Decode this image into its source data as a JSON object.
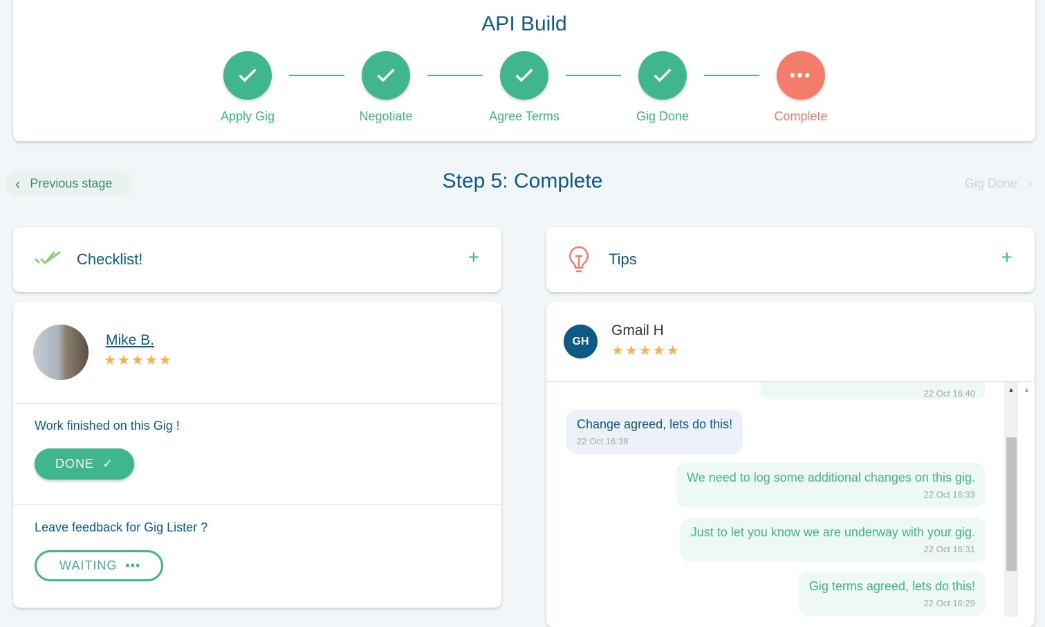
{
  "project": {
    "title": "API Build"
  },
  "steps": [
    {
      "label": "Apply Gig",
      "state": "done"
    },
    {
      "label": "Negotiate",
      "state": "done"
    },
    {
      "label": "Agree Terms",
      "state": "done"
    },
    {
      "label": "Gig Done",
      "state": "done"
    },
    {
      "label": "Complete",
      "state": "current"
    }
  ],
  "nav": {
    "previous": "Previous stage",
    "current": "Step 5: Complete",
    "next": "Gig Done"
  },
  "checklist": {
    "title": "Checklist!"
  },
  "tips": {
    "title": "Tips"
  },
  "lister": {
    "name": "Mike B.",
    "rating": 5,
    "work_text": "Work finished on this Gig !",
    "done_label": "DONE",
    "feedback_text": "Leave feedback for Gig Lister ?",
    "waiting_label": "WAITING"
  },
  "contact": {
    "initials": "GH",
    "name": "Gmail H",
    "rating": 5
  },
  "messages": [
    {
      "text": "",
      "time": "22 Oct 16:40",
      "dir": "out"
    },
    {
      "text": "Change agreed, lets do this!",
      "time": "22 Oct 16:38",
      "dir": "in"
    },
    {
      "text": "We need to log some additional changes on this gig.",
      "time": "22 Oct 16:33",
      "dir": "out"
    },
    {
      "text": "Just to let you know we are underway with your gig.",
      "time": "22 Oct 16:31",
      "dir": "out"
    },
    {
      "text": "Gig terms agreed, lets do this!",
      "time": "22 Oct 16:29",
      "dir": "out"
    }
  ],
  "colors": {
    "accent": "#3fb68b",
    "primary": "#0e5a86",
    "current": "#f47c6a",
    "star": "#f8b14e"
  }
}
